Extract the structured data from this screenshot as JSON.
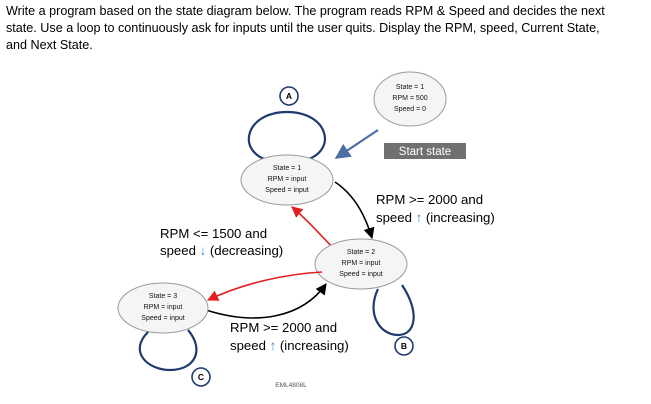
{
  "prompt": {
    "line1": "Write a program based on the state diagram below. The program reads RPM & Speed and decides the next",
    "line2": "state.  Use a loop to continuously ask for inputs until the user quits. Display the RPM, speed, Current State,",
    "line3": "and Next State."
  },
  "initial_node": {
    "line1": "State = 1",
    "line2": "RPM = 500",
    "line3": "Speed = 0"
  },
  "start_label": "Start state",
  "states": {
    "s1": {
      "line1": "State = 1",
      "line2": "RPM = input",
      "line3": "Speed = input"
    },
    "s2": {
      "line1": "State = 2",
      "line2": "RPM = input",
      "line3": "Speed = input"
    },
    "s3": {
      "line1": "State = 3",
      "line2": "RPM = input",
      "line3": "Speed = input"
    }
  },
  "transitions": {
    "t12": {
      "line1": "RPM >= 2000 and",
      "line2_prefix": "speed",
      "line2_suffix": "(increasing)",
      "arrow": "up"
    },
    "t21": {
      "line1": "RPM <= 1500 and",
      "line2_prefix": "speed",
      "line2_suffix": "(decreasing)",
      "arrow": "down"
    },
    "t23": {
      "line1": "RPM >= 2000 and",
      "line2_prefix": "speed",
      "line2_suffix": "(increasing)",
      "arrow": "up"
    }
  },
  "loop_markers": {
    "a": "A",
    "b": "B",
    "c": "C"
  },
  "watermark": "EML4808L",
  "colors": {
    "node_fill": "#f5f5f5",
    "node_stroke": "#9a9a9a",
    "edge_black": "#000000",
    "edge_red": "#e02020",
    "loop_blue": "#1f3a6e",
    "start_arrow": "#4a6fa5",
    "start_fill": "#707070",
    "marker_stroke": "#1f3a6e",
    "arrow_glyph": "#3b8fd0"
  }
}
